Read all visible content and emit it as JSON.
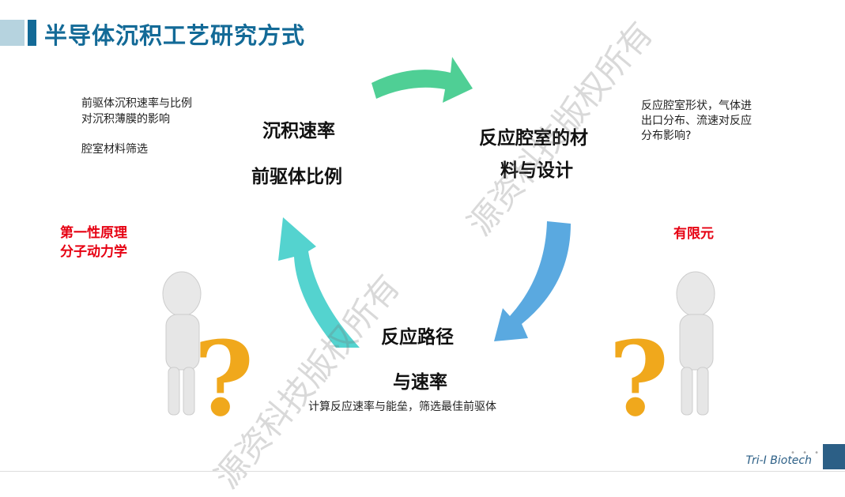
{
  "title": "半导体沉积工艺研究方式",
  "top_left": {
    "notes": [
      "前驱体沉积速率与比例",
      "对沉积薄膜的影响",
      "腔室材料筛选"
    ],
    "heading": [
      "沉积速率",
      "前驱体比例"
    ]
  },
  "top_right": {
    "heading": [
      "反应腔室的材",
      "料与设计"
    ],
    "notes": [
      "反应腔室形状，气体进",
      "出口分布、流速对反应",
      "分布影响?"
    ]
  },
  "bottom": {
    "heading": [
      "反应路径",
      "与速率"
    ],
    "note": "计算反应速率与能垒，筛选最佳前驱体"
  },
  "left_label": [
    "第一性原理",
    "分子动力学"
  ],
  "right_label": "有限元",
  "watermark": "源资科技版权所有",
  "footer": {
    "logo": "Tri-I Biotech",
    "dots": "• • •"
  },
  "colors": {
    "brand": "#136a97",
    "green": "#4fcf95",
    "blue": "#5aa9e0",
    "teal": "#54d3cf",
    "red": "#e60012"
  }
}
